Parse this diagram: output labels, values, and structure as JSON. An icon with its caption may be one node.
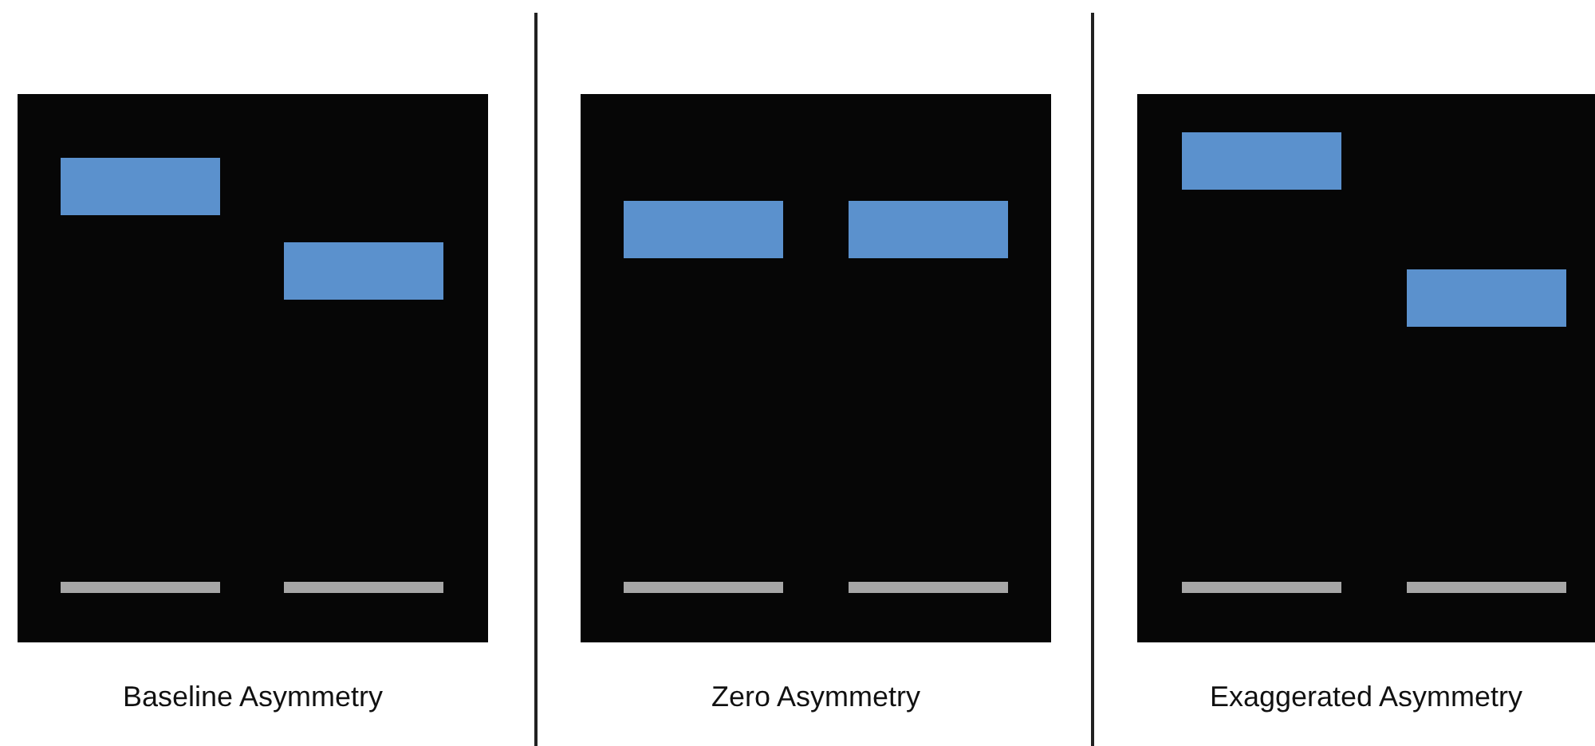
{
  "diagram": {
    "nodes": [
      {
        "text": [
          "Baseline Asymmetry"
        ]
      },
      {
        "text": [
          "Zero Asymmetry"
        ]
      },
      {
        "text": [
          "Exaggerated Asymmetry"
        ]
      }
    ]
  }
}
